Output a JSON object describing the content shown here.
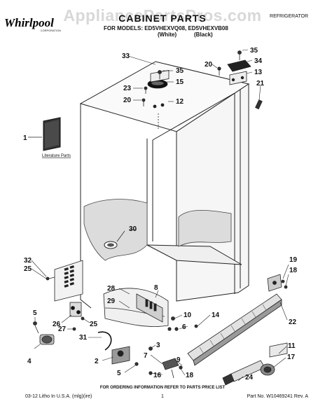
{
  "watermark": "AppliancePartsPros.com",
  "brand": {
    "name": "Whirlpool",
    "sub": "CORPORATION"
  },
  "header": {
    "title": "CABINET PARTS",
    "appliance": "REFRIGERATOR",
    "models_line": "FOR MODELS: ED5VHEXVQ08, ED5VHEXVB08",
    "color_white": "(White)",
    "color_black": "(Black)"
  },
  "literature_label": "Literature Parts",
  "callouts": {
    "c1": "1",
    "c2": "2",
    "c3": "3",
    "c4": "4",
    "c5a": "5",
    "c5b": "5",
    "c6": "6",
    "c7": "7",
    "c8": "8",
    "c9": "9",
    "c10": "10",
    "c11": "11",
    "c12": "12",
    "c13": "13",
    "c14": "14",
    "c15": "15",
    "c16": "16",
    "c17": "17",
    "c18a": "18",
    "c18b": "18",
    "c19": "19",
    "c20a": "20",
    "c20b": "20",
    "c21": "21",
    "c22": "22",
    "c23": "23",
    "c24": "24",
    "c25a": "25",
    "c25b": "25",
    "c26": "26",
    "c27": "27",
    "c28": "28",
    "c29": "29",
    "c30": "30",
    "c31": "31",
    "c32": "32",
    "c33": "33",
    "c34": "34",
    "c35a": "35",
    "c35b": "35"
  },
  "footer": {
    "order_note": "FOR ORDERING INFORMATION REFER TO PARTS PRICE LIST",
    "litho": "03-12  Litho In U.S.A. (mlg)(ire)",
    "page": "1",
    "part_no": "Part No. W10469241 Rev. A"
  }
}
